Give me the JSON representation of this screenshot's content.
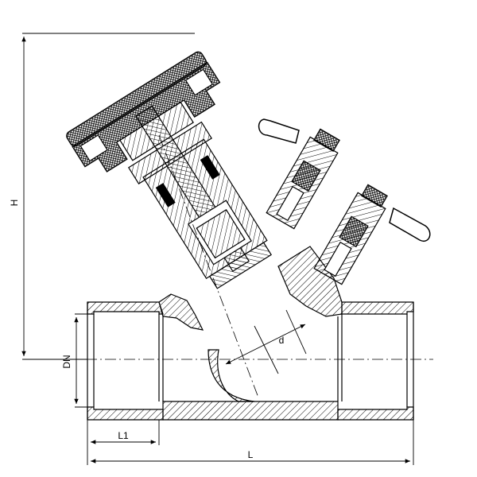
{
  "dimensions": {
    "height": "H",
    "nominal_diameter": "DN",
    "end_length": "L1",
    "overall_length": "L",
    "inner_diameter": "d"
  },
  "colors": {
    "line": "#000000",
    "hatch": "#000000",
    "background": "#ffffff"
  }
}
